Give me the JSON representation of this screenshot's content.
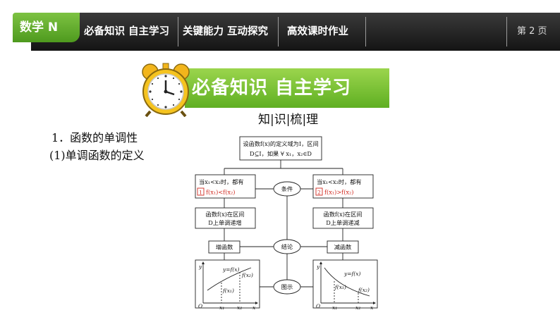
{
  "nav": {
    "subject": "数学  N",
    "items": [
      "必备知识 自主学习",
      "关键能力 互动探究",
      "高效课时作业"
    ],
    "page": "第 2 页"
  },
  "banner": {
    "title": "必备知识   自主学习",
    "subtitle": "知|识|梳|理"
  },
  "content": {
    "point1": "1．函数的单调性",
    "point2": "(1)单调函数的定义"
  },
  "diagram": {
    "top_line1": "设函数f(x)的定义域为I，区间",
    "top_line2": "D⊆I，如果 ∀ x₁，x₂∈D",
    "left_cond_line1": "当x₁<x₂时，都有",
    "left_cond_num": "1",
    "left_cond_line2": "f(x₁)<f(x₂)",
    "right_cond_line1": "当x₁<x₂时，都有",
    "right_cond_num": "2",
    "right_cond_line2": "f(x₁)>f(x₂)",
    "condition": "条件",
    "left_res_line1": "函数f(x)在区间",
    "left_res_line2": "D上单调递增",
    "right_res_line1": "函数f(x)在区间",
    "right_res_line2": "D上单调递减",
    "conclusion": "结论",
    "increasing": "增函数",
    "decreasing": "减函数",
    "graph": "图示",
    "left_graph": {
      "y": "y",
      "fn": "y=f(x)",
      "fx2": "f(x₂)",
      "fx1": "f(x₁)",
      "o": "O",
      "x1": "x₁",
      "x2": "x₂",
      "x": "x"
    },
    "right_graph": {
      "y": "y",
      "fn": "y=f(x)",
      "fx1": "f(x₁)",
      "fx2": "f(x₂)",
      "o": "O",
      "x1": "x₁",
      "x2": "x₂",
      "x": "x"
    }
  },
  "colors": {
    "accent_green": "#6cbf2a",
    "nav_bg": "#1f1f1f",
    "answer_red": "#d0281e"
  }
}
